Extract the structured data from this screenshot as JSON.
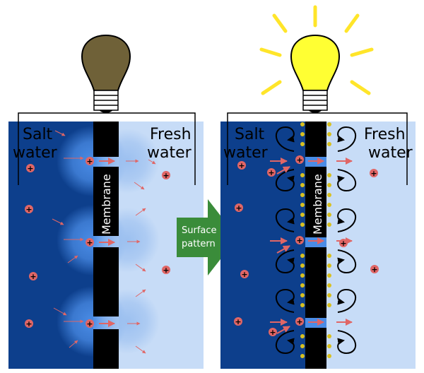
{
  "left_panel": {
    "salt_label": [
      "Salt",
      "water"
    ],
    "fresh_label": [
      "Fresh",
      "water"
    ],
    "membrane_label": "Membrane",
    "bulb_state": "off"
  },
  "right_panel": {
    "salt_label": [
      "Salt",
      "water"
    ],
    "fresh_label": [
      "Fresh",
      "water"
    ],
    "membrane_label": "Membrane",
    "bulb_state": "on"
  },
  "transition_arrow": {
    "label": [
      "Surface",
      "pattern"
    ]
  },
  "ion_symbol": "+",
  "colors": {
    "salt_water": "#0d3f8c",
    "fresh_water": "#c7dcf7",
    "membrane": "#000000",
    "ion": "#e06666",
    "flow_arrow": "#e06666",
    "bulb_off": "#6f6138",
    "bulb_on": "#ffff33",
    "light_rays": "#ffe52a",
    "surface_dots": "#d8c020",
    "green_arrow": "#3a8c3a",
    "diffusion_glow": "#4a8ce6"
  }
}
